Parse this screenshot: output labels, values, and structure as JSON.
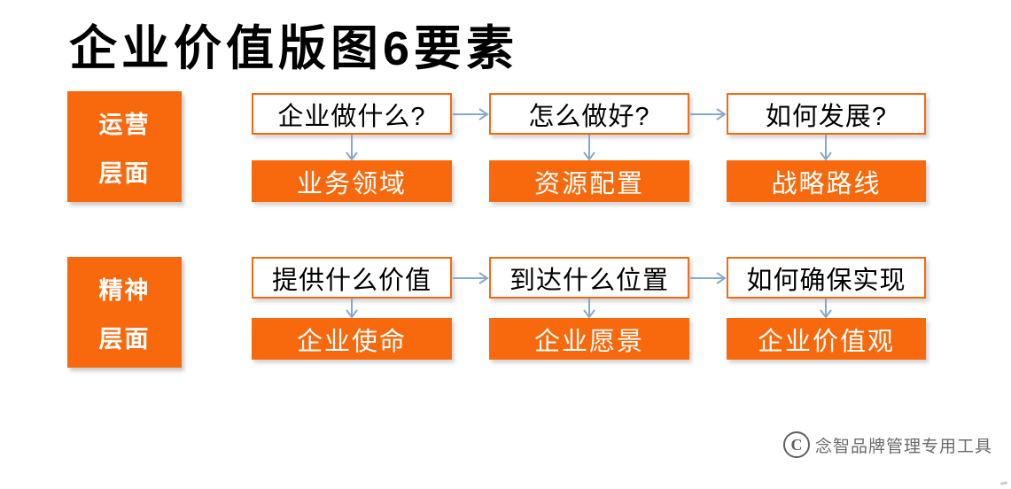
{
  "page": {
    "title": "企业价值版图6要素",
    "copyright_symbol": "C",
    "watermark": "念智品牌管理专用工具"
  },
  "colors": {
    "accent_orange": "#F8690D",
    "arrow_blue": "#85A8D2",
    "text_black": "#000000",
    "box_text_white": "#FFFFFF",
    "watermark_gray": "#6A6A6A",
    "background": "#FFFFFF"
  },
  "rows": [
    {
      "label_lines": [
        "运营",
        "层面"
      ],
      "items": [
        {
          "question": "企业做什么?",
          "answer": "业务领域"
        },
        {
          "question": "怎么做好?",
          "answer": "资源配置"
        },
        {
          "question": "如何发展?",
          "answer": "战略路线"
        }
      ]
    },
    {
      "label_lines": [
        "精神",
        "层面"
      ],
      "items": [
        {
          "question": "提供什么价值",
          "answer": "企业使命"
        },
        {
          "question": "到达什么位置",
          "answer": "企业愿景"
        },
        {
          "question": "如何确保实现",
          "answer": "企业价值观"
        }
      ]
    }
  ]
}
